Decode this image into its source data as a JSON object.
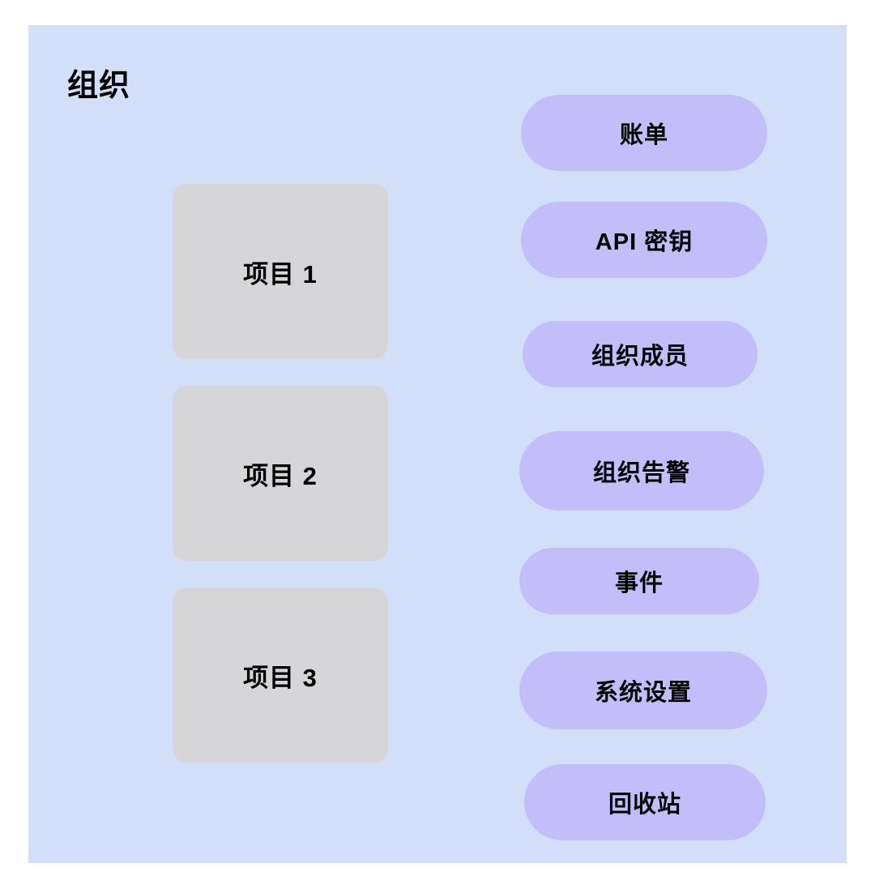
{
  "canvas": {
    "background_color": "#d3dff8"
  },
  "header": {
    "title": "组织"
  },
  "projects": {
    "card_color": "#d6d6d9",
    "items": [
      {
        "label": "项目 1"
      },
      {
        "label": "项目 2"
      },
      {
        "label": "项目 3"
      }
    ]
  },
  "nav": {
    "pill_color": "#c3befa",
    "items": [
      {
        "label": "账单"
      },
      {
        "label": "API 密钥"
      },
      {
        "label": "组织成员"
      },
      {
        "label": "组织告警"
      },
      {
        "label": "事件"
      },
      {
        "label": "系统设置"
      },
      {
        "label": "回收站"
      }
    ]
  }
}
